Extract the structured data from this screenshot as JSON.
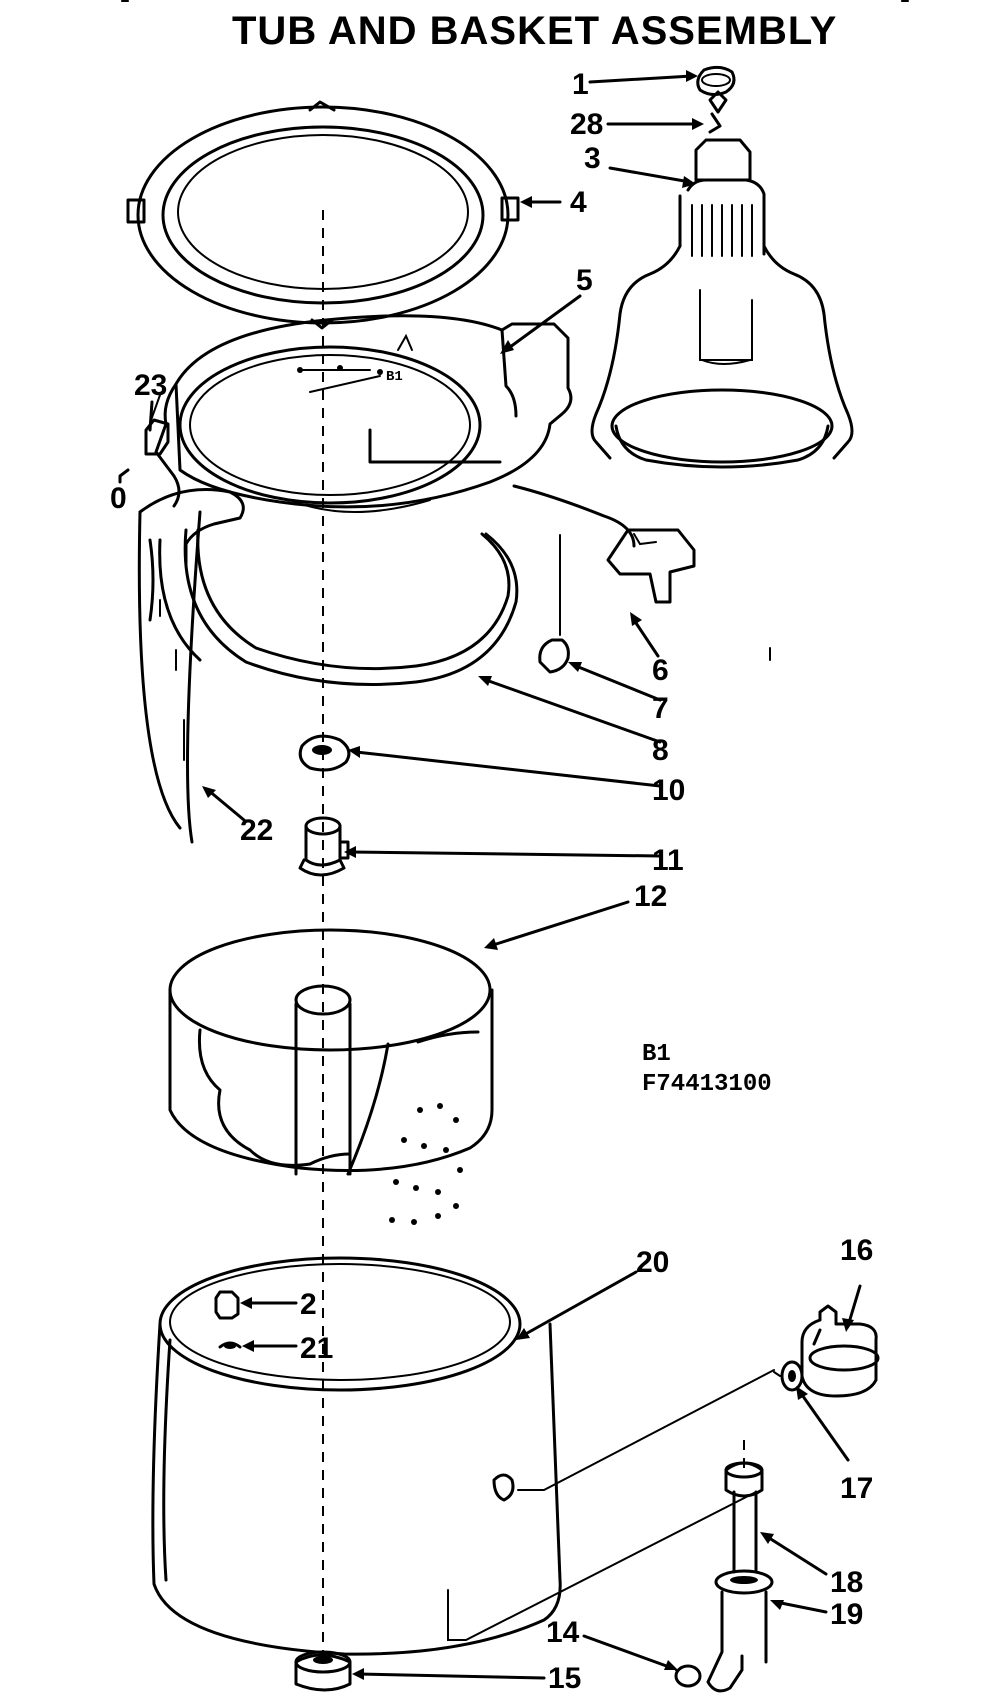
{
  "title": "TUB AND BASKET ASSEMBLY",
  "model_code": {
    "line1": "B1",
    "line2": "F74413100"
  },
  "top_marks": [
    "-",
    "-"
  ],
  "callouts": [
    "1",
    "28",
    "3",
    "4",
    "5",
    "23",
    "0",
    "6",
    "7",
    "8",
    "10",
    "22",
    "11",
    "12",
    "20",
    "2",
    "21",
    "16",
    "17",
    "18",
    "19",
    "14",
    "15"
  ],
  "part_label": "B1",
  "colors": {
    "ink": "#000000",
    "paper": "#ffffff"
  }
}
